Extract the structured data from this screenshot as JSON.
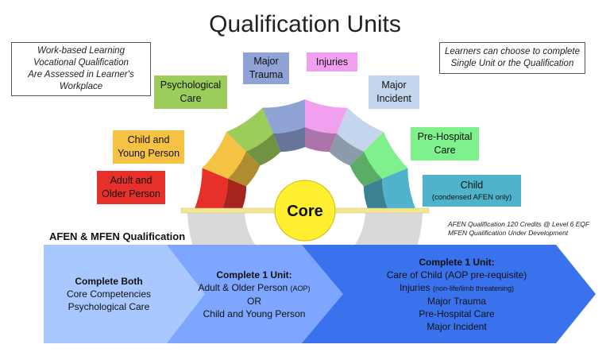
{
  "title": "Qualification Units",
  "left_note": [
    "Work-based Learning",
    "Vocational Qualification",
    "Are Assessed in Learner's",
    "Workplace"
  ],
  "right_note": [
    "Learners can choose to complete",
    "Single Unit or the Qualification"
  ],
  "units": [
    {
      "lines": [
        "Adult and",
        "Older Person"
      ],
      "color": "#e8302a"
    },
    {
      "lines": [
        "Child and",
        "Young Person"
      ],
      "color": "#f5c244"
    },
    {
      "lines": [
        "Psychological",
        "Care"
      ],
      "color": "#9ccc5a"
    },
    {
      "lines": [
        "Major",
        "Trauma"
      ],
      "color": "#8fa3d6"
    },
    {
      "lines": [
        "Injuries"
      ],
      "color": "#f0a0ee"
    },
    {
      "lines": [
        "Major",
        "Incident"
      ],
      "color": "#c4d6ee"
    },
    {
      "lines": [
        "Pre-Hospital",
        "Care"
      ],
      "color": "#7ef08c"
    },
    {
      "lines": [
        "Child"
      ],
      "sub": "(condensed AFEN only)",
      "color": "#4fb3cc"
    }
  ],
  "core": "Core",
  "core_color": "#ffef2e",
  "qualification_title": "AFEN & MFEN Qualification",
  "credits_note": [
    "AFEN Qualification 120 Credits @ Level 6 EQF",
    "MFEN Qualification Under Development"
  ],
  "stages": [
    {
      "heading": "Complete Both",
      "lines": [
        "Core Competencies",
        "Psychological Care"
      ],
      "color": "#a9c8ff"
    },
    {
      "heading": "Complete 1 Unit:",
      "lines": [
        "Adult & Older Person",
        "OR",
        "Child and Young Person"
      ],
      "aop": "(AOP)",
      "color": "#7ea6ff"
    },
    {
      "heading": "Complete 1 Unit:",
      "lines": [
        "Care of Child (AOP pre-requisite)",
        "Injuries",
        "Major Trauma",
        "Pre-Hospital Care",
        "Major Incident"
      ],
      "injuries_note": "(non-life/limb threatening)",
      "color": "#3a72ee"
    }
  ]
}
